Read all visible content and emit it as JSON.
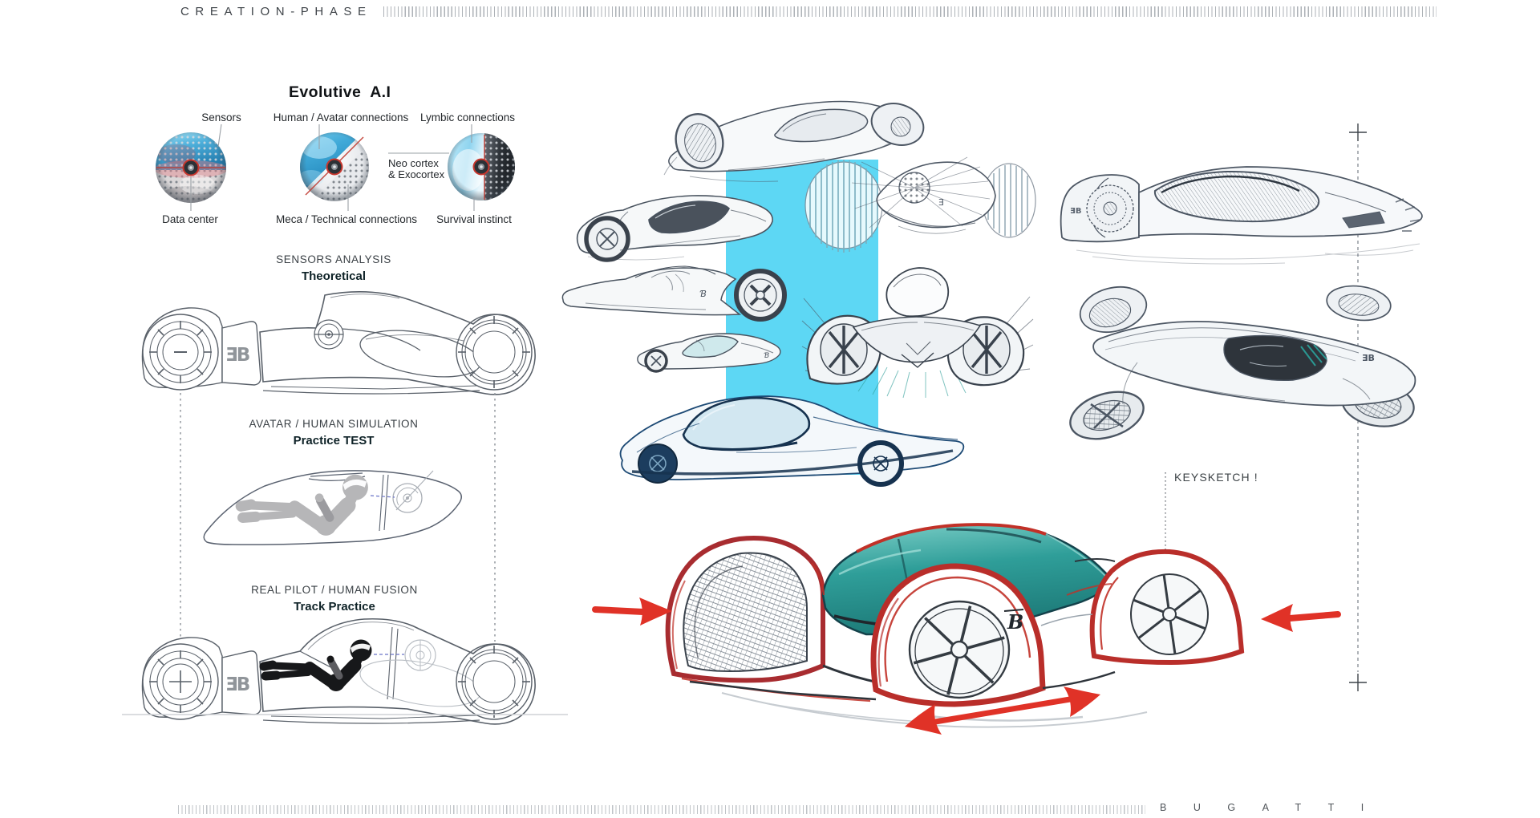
{
  "header": {
    "title": "CREATION-PHASE"
  },
  "footer": {
    "brand": "BUGATTI"
  },
  "evolutive": {
    "title": "Evolutive  A.I",
    "spheres": [
      {
        "top": "Sensors",
        "bottom": "Data center"
      },
      {
        "top": "Human / Avatar connections",
        "bottom": "Meca / Technical connections"
      },
      {
        "top": "Lymbic connections",
        "bottom": "Survival instinct"
      }
    ],
    "note": {
      "line1": "Neo cortex",
      "line2": "& Exocortex"
    }
  },
  "stages": [
    {
      "title": "SENSORS ANALYSIS",
      "subtitle": "Theoretical"
    },
    {
      "title": "AVATAR / HUMAN SIMULATION",
      "subtitle": "Practice TEST"
    },
    {
      "title": "REAL PILOT / HUMAN FUSION",
      "subtitle": "Track Practice"
    }
  ],
  "keysketch": {
    "label": "KEYSKETCH !"
  },
  "brand_logo": "EB",
  "colors": {
    "accent_cyan": "#5dd7f4",
    "tick_teal": "#a2e8ea",
    "marker_red": "#e03227",
    "outline_red": "#a82c30",
    "canopy_teal": "#2f9e99",
    "pencil": "#49535f",
    "text_dark": "#24282c"
  }
}
